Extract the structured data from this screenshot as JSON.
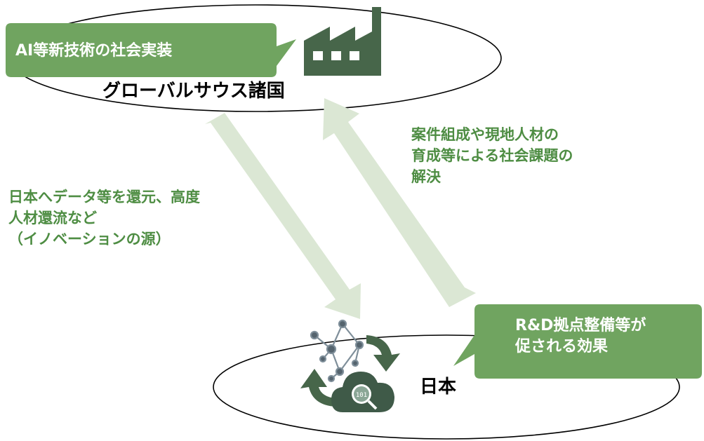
{
  "colors": {
    "callout_fill": "#70a460",
    "arrow_fill": "#dbe7d4",
    "icon_fill": "#47664a",
    "green_text": "#4e8d43",
    "outline": "#000000"
  },
  "top_region": {
    "label": "グローバルサウス諸国",
    "callout": "AI等新技術の社会実装",
    "icon": "factory-icon"
  },
  "bottom_region": {
    "label": "日本",
    "callout_lines": [
      "R&D拠点整備等が",
      "促される効果"
    ],
    "icons": [
      "network-icon",
      "cloud-data-icon",
      "cycle-arrows-icon"
    ]
  },
  "flows": {
    "down": {
      "lines": [
        "日本へデータ等を還元、高度",
        "人材還流など",
        "（イノベーションの源）"
      ]
    },
    "up": {
      "lines": [
        "案件組成や現地人材の",
        "育成等による社会課題の",
        "解決"
      ]
    }
  }
}
